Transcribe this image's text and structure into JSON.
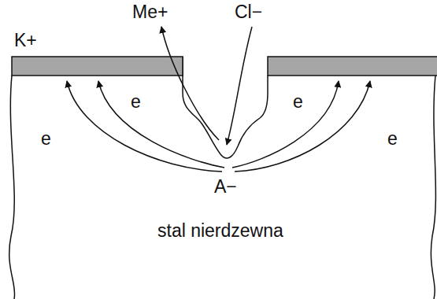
{
  "diagram": {
    "labels": [
      "Me+",
      "Cl−",
      "K+",
      "e",
      "e",
      "e",
      "e",
      "A−",
      "stal nierdzewna"
    ]
  }
}
